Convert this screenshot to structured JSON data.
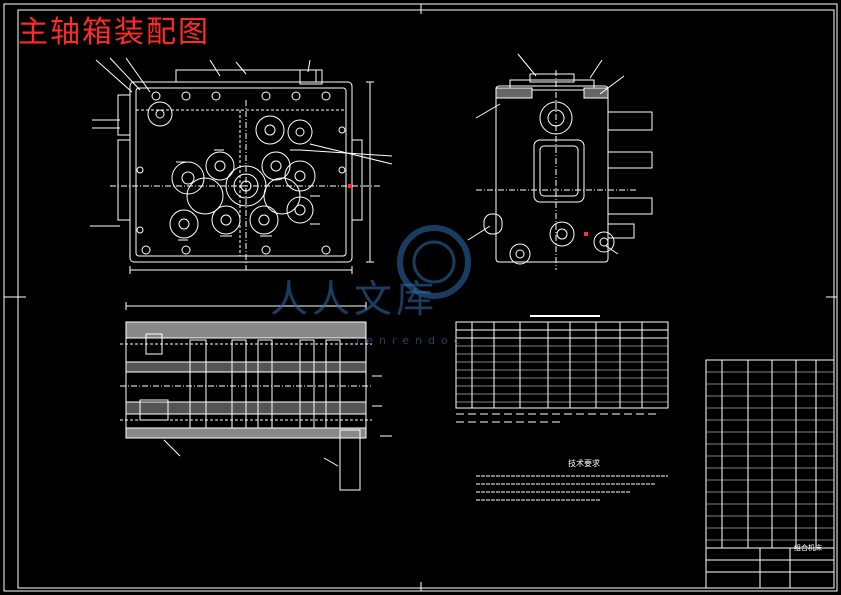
{
  "title": "主轴箱装配图",
  "watermark": {
    "main": "人人文库",
    "sub": "renrendoc"
  },
  "tech_requirements_title": "技术要求",
  "title_block_name": "组合机床",
  "colors": {
    "background": "#000000",
    "line": "#ffffff",
    "title": "#ff2a2a",
    "watermark": "#2f6fb0",
    "accent": "#ff3030"
  }
}
